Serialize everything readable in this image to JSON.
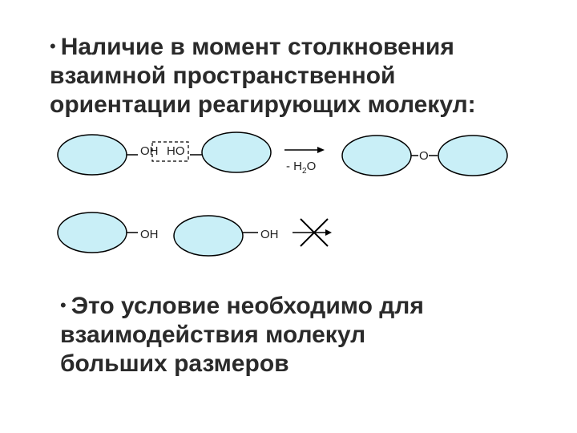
{
  "bullet_symbol": "•",
  "intro": {
    "lines": [
      "Наличие в момент столкновения",
      "взаимной пространственной",
      "ориентации реагирующих молекул:"
    ]
  },
  "diagram": {
    "colors": {
      "molecule_fill": "#c9eff7",
      "outline": "#000000"
    },
    "row1": {
      "left_group": "OH",
      "right_group": "HO",
      "arrow_label": "- H",
      "arrow_label_sub": "2",
      "arrow_label_end": "O",
      "product_link": "O"
    },
    "row2": {
      "left_group": "OH",
      "right_group": "OH"
    }
  },
  "conclusion": {
    "lines": [
      "Это условие необходимо для",
      "взаимодействия молекул",
      "больших размеров"
    ]
  }
}
